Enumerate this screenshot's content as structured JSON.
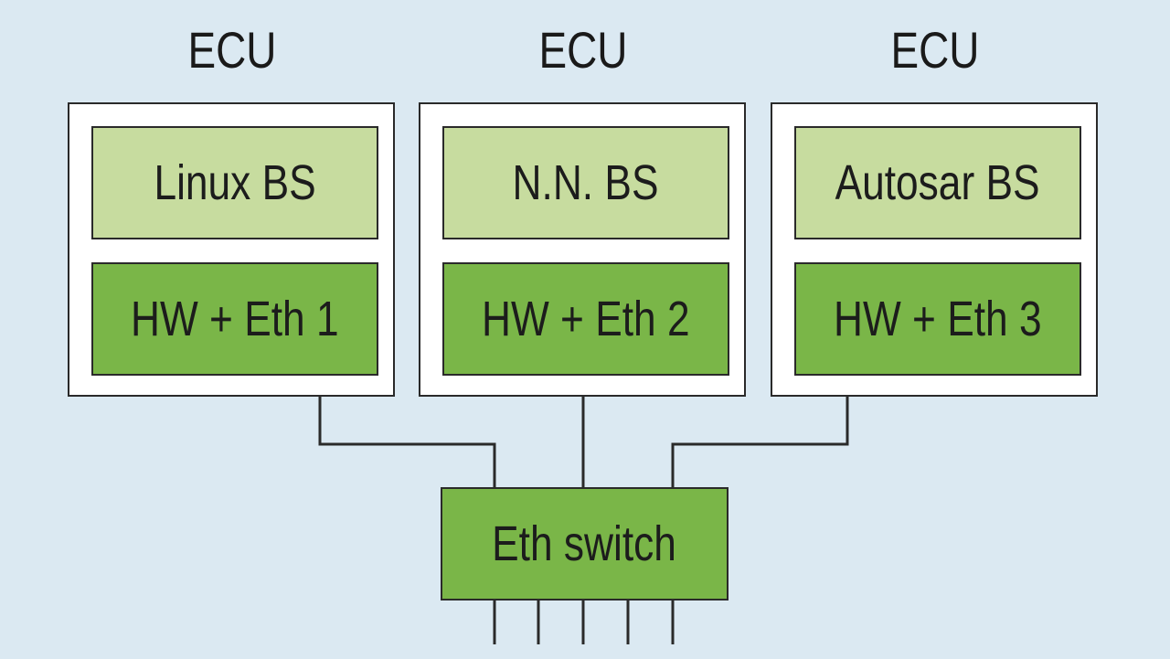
{
  "ecus": [
    {
      "title": "ECU",
      "os": "Linux BS",
      "hw": "HW + Eth 1"
    },
    {
      "title": "ECU",
      "os": "N.N. BS",
      "hw": "HW + Eth 2"
    },
    {
      "title": "ECU",
      "os": "Autosar BS",
      "hw": "HW + Eth 3"
    }
  ],
  "switch": {
    "label": "Eth switch"
  },
  "colors": {
    "background": "#dbe9f2",
    "os_fill": "#c7dc9f",
    "hw_fill": "#7ab648",
    "line": "#2a2a2a"
  }
}
